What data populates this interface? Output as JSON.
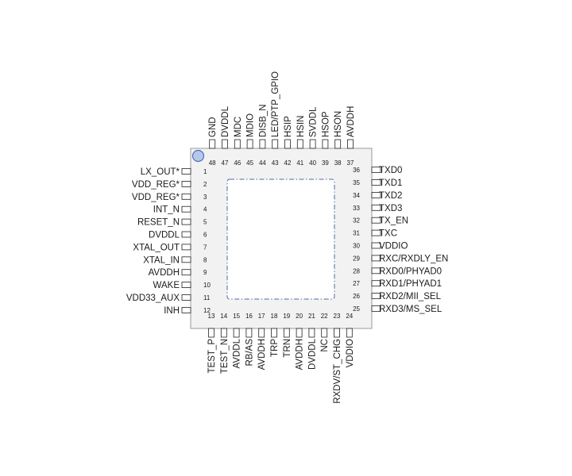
{
  "colors": {
    "body_fill": "#f2f2f2",
    "body_border": "#9a9a9a",
    "pad_border": "#222222",
    "exposed_pad_outline": "#4a6ba3",
    "pin1_marker_fill": "#b5c8ea",
    "pin1_marker_border": "#4a72b8",
    "text": "#1a1a1a"
  },
  "package": {
    "pin1_marker": "circle-dot",
    "exposed_pad": "dash-dot-square"
  },
  "pins": {
    "left": [
      {
        "num": "1",
        "label": "LX_OUT*"
      },
      {
        "num": "2",
        "label": "VDD_REG*"
      },
      {
        "num": "3",
        "label": "VDD_REG*"
      },
      {
        "num": "4",
        "label": "INT_N"
      },
      {
        "num": "5",
        "label": "RESET_N"
      },
      {
        "num": "6",
        "label": "DVDDL"
      },
      {
        "num": "7",
        "label": "XTAL_OUT"
      },
      {
        "num": "8",
        "label": "XTAL_IN"
      },
      {
        "num": "9",
        "label": "AVDDH"
      },
      {
        "num": "10",
        "label": "WAKE"
      },
      {
        "num": "11",
        "label": "VDD33_AUX"
      },
      {
        "num": "12",
        "label": "INH"
      }
    ],
    "bottom": [
      {
        "num": "13",
        "label": "TEST_P"
      },
      {
        "num": "14",
        "label": "TEST_N"
      },
      {
        "num": "15",
        "label": "AVDDL"
      },
      {
        "num": "16",
        "label": "RB/AS"
      },
      {
        "num": "17",
        "label": "AVDDH"
      },
      {
        "num": "18",
        "label": "TRP"
      },
      {
        "num": "19",
        "label": "TRN"
      },
      {
        "num": "20",
        "label": "AVDDH"
      },
      {
        "num": "21",
        "label": "DVDDL"
      },
      {
        "num": "22",
        "label": "NC"
      },
      {
        "num": "23",
        "label": "RXDV/ST_CHG"
      },
      {
        "num": "24",
        "label": "VDDIO"
      }
    ],
    "right": [
      {
        "num": "25",
        "label": "RXD3/MS_SEL"
      },
      {
        "num": "26",
        "label": "RXD2/MII_SEL"
      },
      {
        "num": "27",
        "label": "RXD1/PHYAD1"
      },
      {
        "num": "28",
        "label": "RXD0/PHYAD0"
      },
      {
        "num": "29",
        "label": "RXC/RXDLY_EN"
      },
      {
        "num": "30",
        "label": "VDDIO"
      },
      {
        "num": "31",
        "label": "TXC"
      },
      {
        "num": "32",
        "label": "TX_EN"
      },
      {
        "num": "33",
        "label": "TXD3"
      },
      {
        "num": "34",
        "label": "TXD2"
      },
      {
        "num": "35",
        "label": "TXD1"
      },
      {
        "num": "36",
        "label": "TXD0"
      }
    ],
    "top": [
      {
        "num": "37",
        "label": "AVDDH"
      },
      {
        "num": "38",
        "label": "HSON"
      },
      {
        "num": "39",
        "label": "HSOP"
      },
      {
        "num": "40",
        "label": "SVDDL"
      },
      {
        "num": "41",
        "label": "HSIN"
      },
      {
        "num": "42",
        "label": "HSIP"
      },
      {
        "num": "43",
        "label": "LED/PTP_GPIO"
      },
      {
        "num": "44",
        "label": "DISB_N"
      },
      {
        "num": "45",
        "label": "MDIO"
      },
      {
        "num": "46",
        "label": "MDC"
      },
      {
        "num": "47",
        "label": "DVDDL"
      },
      {
        "num": "48",
        "label": "GND"
      }
    ]
  }
}
